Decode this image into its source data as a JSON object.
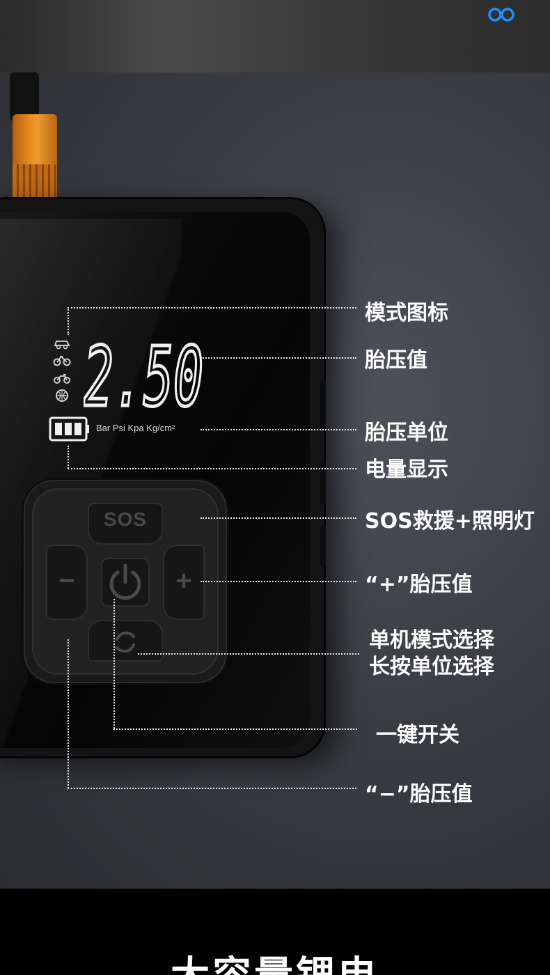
{
  "display": {
    "tire_pressure": "2.50",
    "units": "Bar Psi  Kpa Kg/cm²",
    "mode_icons": [
      "car-icon",
      "bicycle-icon",
      "motorcycle-icon",
      "ball-icon"
    ]
  },
  "buttons": {
    "sos_label": "SOS",
    "minus_label": "−",
    "plus_label": "+"
  },
  "callouts": {
    "mode_icon": "模式图标",
    "pressure_value": "胎压值",
    "pressure_unit": "胎压单位",
    "battery_display": "电量显示",
    "sos_light": "SOS救援+照明灯",
    "plus_pressure": "“+”胎压值",
    "mode_select_line1": "单机模式选择",
    "mode_select_line2": "长按单位选择",
    "power_switch": "一键开关",
    "minus_pressure": "“−”胎压值"
  },
  "footer": {
    "title": "大容量锂电"
  },
  "colors": {
    "accent_logo": "#1e8fff",
    "nozzle_orange": "#e88b22",
    "callout_text": "#ffffff"
  }
}
